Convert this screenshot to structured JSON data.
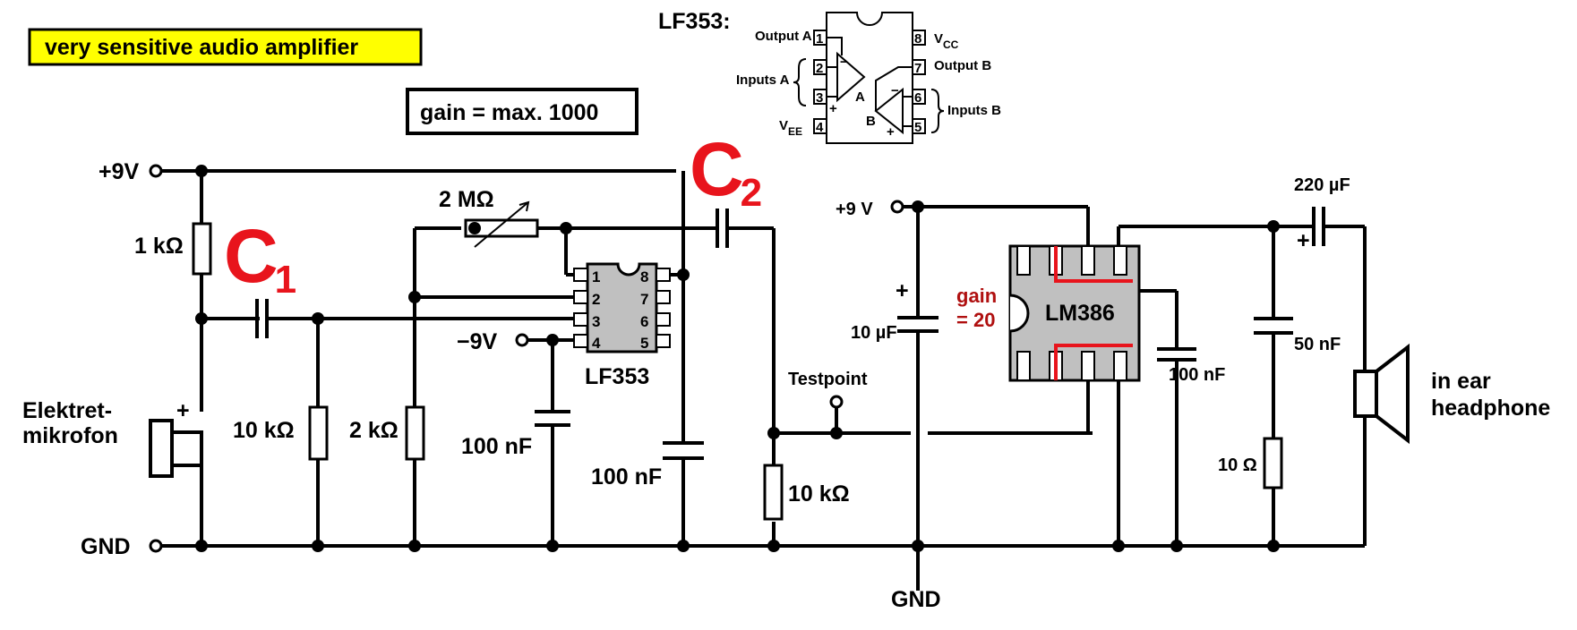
{
  "title": "very sensitive audio amplifier",
  "gain_note": "gain = max. 1000",
  "colors": {
    "title_bg": "#ffff00",
    "capacitor_highlight": "#e8141c",
    "lm386_annotation": "#b01010",
    "ic_body": "#c0c0c0"
  },
  "pinout": {
    "heading": "LF353:",
    "output_a": "Output A",
    "inputs_a": "Inputs A",
    "vee": "V",
    "vee_sub": "EE",
    "vcc": "V",
    "vcc_sub": "CC",
    "output_b": "Output B",
    "inputs_b": "Inputs B",
    "amp_a": "A",
    "amp_b": "B",
    "minus": "−",
    "plus": "+",
    "pins": [
      "1",
      "2",
      "3",
      "4",
      "5",
      "6",
      "7",
      "8"
    ]
  },
  "preamp": {
    "supply_pos": "+9V",
    "supply_neg": "−9V",
    "gnd": "GND",
    "r_1k": "1 kΩ",
    "c1": "C",
    "c1_sub": "1",
    "c2": "C",
    "c2_sub": "2",
    "r_10k": "10 kΩ",
    "r_2k": "2 kΩ",
    "pot_2m": "2 MΩ",
    "c_100n_a": "100 nF",
    "c_100n_b": "100 nF",
    "opamp_label": "LF353",
    "mic_label_1": "Elektret-",
    "mic_label_2": "mikrofon",
    "plus": "+",
    "ic_pins_left": [
      "1",
      "2",
      "3",
      "4"
    ],
    "ic_pins_right": [
      "8",
      "7",
      "6",
      "5"
    ]
  },
  "poweramp": {
    "supply_pos": "+9 V",
    "gnd": "GND",
    "testpoint": "Testpoint",
    "r_10k": "10 kΩ",
    "c_10u": "10 µF",
    "gain_1": "gain",
    "gain_2": "= 20",
    "ic_label": "LM386",
    "c_100n": "100 nF",
    "c_220u": "220 µF",
    "c_50n": "50 nF",
    "r_10": "10 Ω",
    "plus": "+",
    "headphone_1": "in ear",
    "headphone_2": "headphone"
  }
}
